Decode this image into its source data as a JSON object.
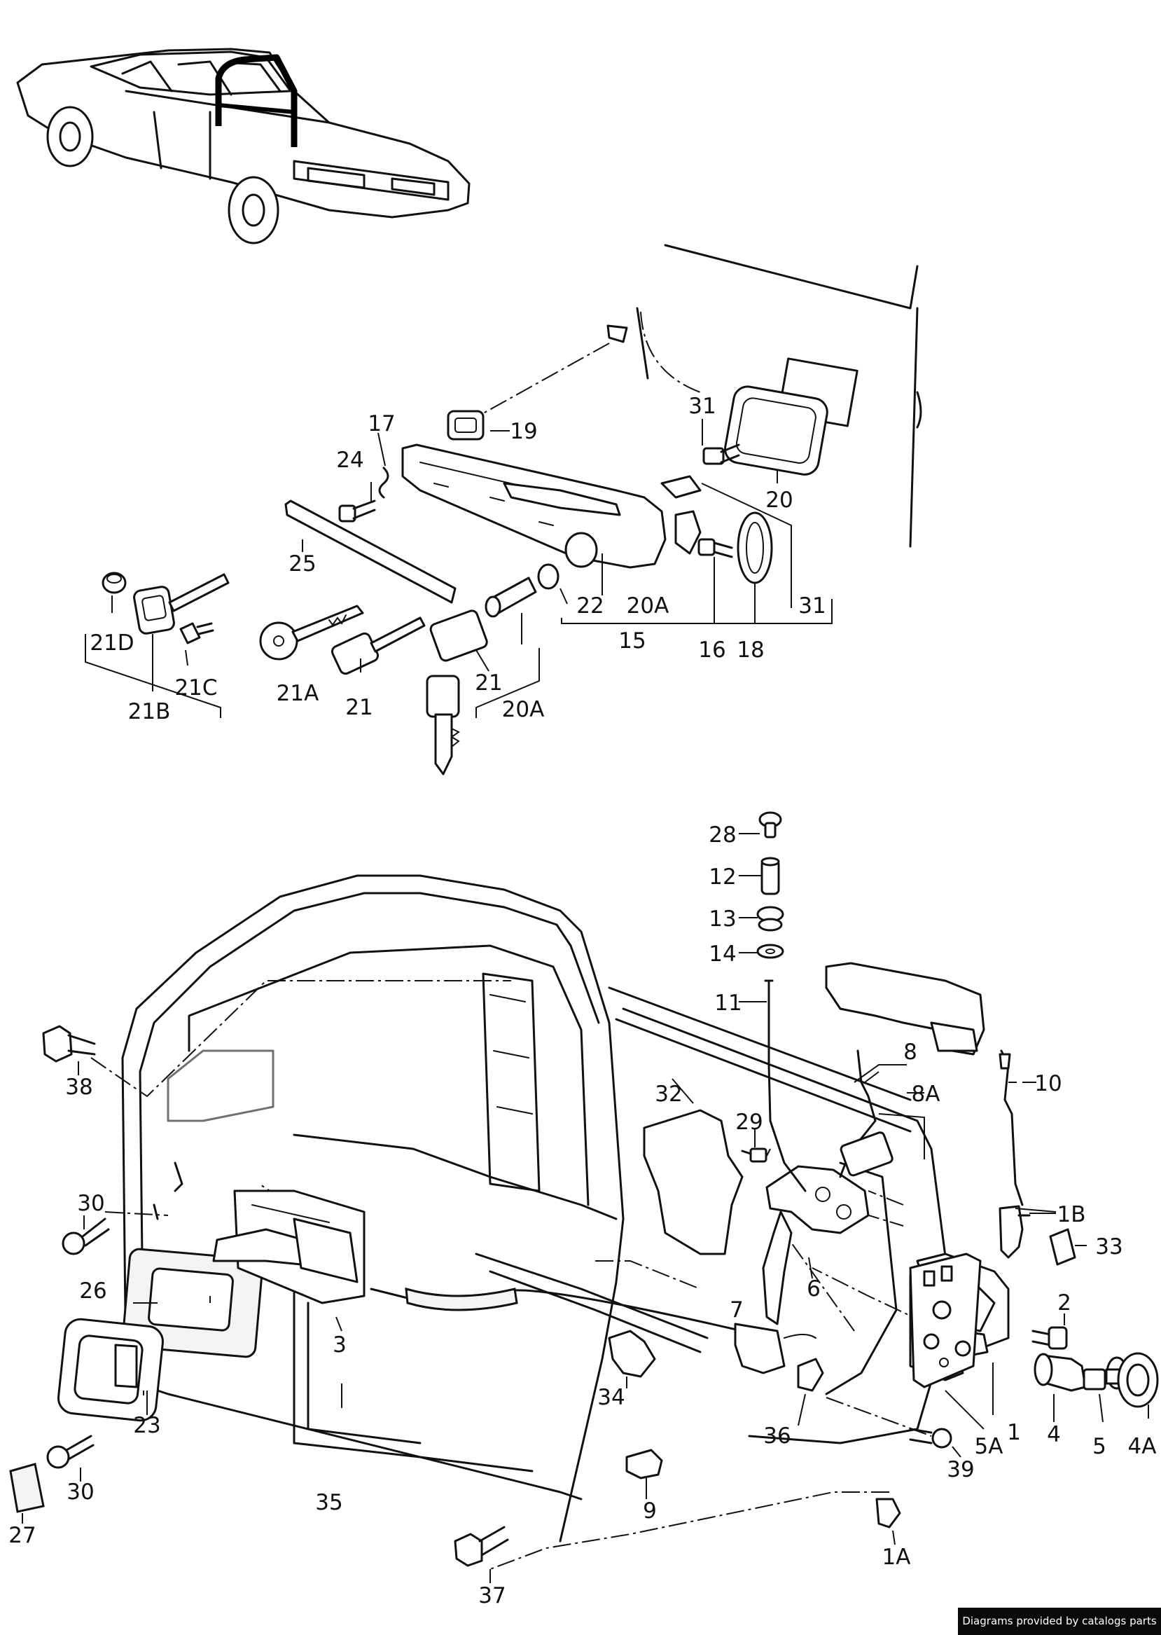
{
  "callouts": {
    "c31a": "31",
    "c17": "17",
    "c24": "24",
    "c19": "19",
    "c20": "20",
    "c25": "25",
    "c22": "22",
    "c20A_top": "20A",
    "c31b": "31",
    "c15": "15",
    "c16": "16",
    "c18": "18",
    "c21D": "21D",
    "c21C": "21C",
    "c21B": "21B",
    "c21A": "21A",
    "c21_key": "21",
    "c21_cyl": "21",
    "c20A_bottom": "20A",
    "c28": "28",
    "c12": "12",
    "c13": "13",
    "c14": "14",
    "c11": "11",
    "c10": "10",
    "c8": "8",
    "c8A": "8A",
    "c32": "32",
    "c29": "29",
    "c38": "38",
    "c30a": "30",
    "c26": "26",
    "c3": "3",
    "c6": "6",
    "c1B": "1B",
    "c33": "33",
    "c7": "7",
    "c2": "2",
    "c34": "34",
    "c23": "23",
    "c30b": "30",
    "c36": "36",
    "c5A": "5A",
    "c1": "1",
    "c4": "4",
    "c5": "5",
    "c4A": "4A",
    "c35": "35",
    "c9": "9",
    "c39": "39",
    "c27": "27",
    "c37": "37",
    "c1A": "1A"
  },
  "credit": "Diagrams provided by catalogs parts"
}
